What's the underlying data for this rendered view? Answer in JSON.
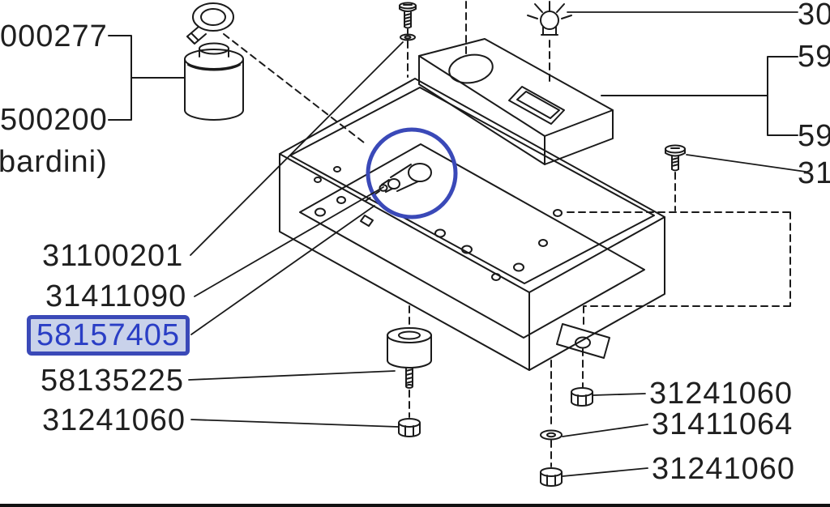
{
  "colors": {
    "background": "#ffffff",
    "line": "#1a1a1a",
    "text": "#1f1f1f",
    "highlight": "#3a49b8",
    "highlight_text": "#2a3ec5",
    "highlight_bg": "#c9d2ea"
  },
  "diagram": {
    "type": "exploded-parts-diagram",
    "selected_part": "58157405"
  },
  "labels": {
    "left": [
      {
        "text": "000277"
      },
      {
        "text": "500200"
      },
      {
        "text": "bardini)"
      },
      {
        "text": "31100201"
      },
      {
        "text": "31411090"
      },
      {
        "text": "58157405",
        "selected": true
      },
      {
        "text": "58135225"
      },
      {
        "text": "31241060"
      }
    ],
    "right": [
      {
        "text": "30"
      },
      {
        "text": "59"
      },
      {
        "text": "59"
      },
      {
        "text": "31"
      },
      {
        "text": "31241060"
      },
      {
        "text": "31411064"
      },
      {
        "text": "31241060"
      }
    ]
  }
}
